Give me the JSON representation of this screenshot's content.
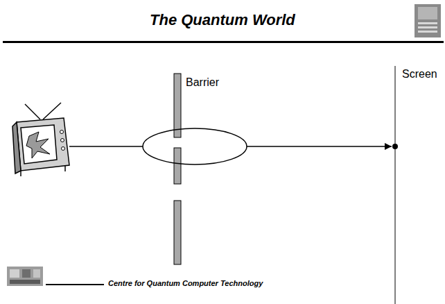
{
  "diagram": {
    "title": "The Quantum World",
    "labels": [
      "Barrier",
      "Screen",
      "Centre for Quantum Computer Technology"
    ]
  }
}
